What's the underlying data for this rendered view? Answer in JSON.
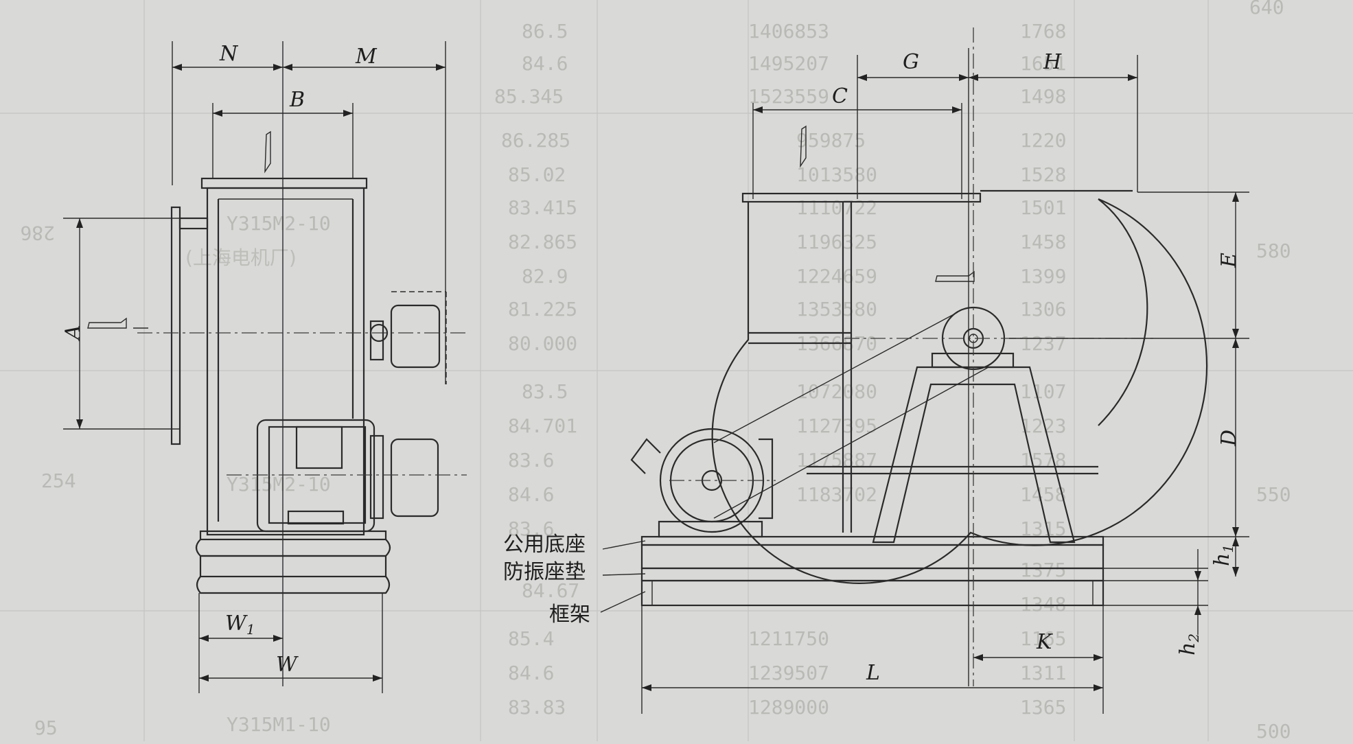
{
  "dimensions": {
    "N": "N",
    "M": "M",
    "B": "B",
    "A": "A",
    "W1_main": "W",
    "W1_sub": "1",
    "W": "W",
    "G": "G",
    "H": "H",
    "C": "C",
    "E": "E",
    "D": "D",
    "h1_main": "h",
    "h1_sub": "1",
    "h2_main": "h",
    "h2_sub": "2",
    "K": "K",
    "L": "L"
  },
  "callouts": {
    "common_base": "公用底座",
    "vibration_pad": "防振座垫",
    "frame": "框架"
  },
  "background_table": {
    "col_right_values": [
      "1768",
      "1651",
      "1498",
      "1220",
      "1528",
      "1501",
      "1458",
      "1399",
      "1306",
      "1237",
      "1107",
      "1223",
      "1578",
      "1458",
      "1315",
      "1375",
      "1348",
      "1165",
      "1311",
      "1365"
    ],
    "col_mid_values": [
      "1406853",
      "1495207",
      "1523559",
      "959875",
      "1013580",
      "1110722",
      "1196325",
      "1224659",
      "1353580",
      "1366870",
      "1072080",
      "1127395",
      "1175887",
      "1183702",
      "1211750",
      "1239507",
      "1289000"
    ],
    "col_left_values": [
      "86.5",
      "84.6",
      "85.345",
      "86.285",
      "85.02",
      "83.415",
      "82.865",
      "82.9",
      "81.225",
      "80.000",
      "83.5",
      "84.701",
      "83.6",
      "84.6",
      "83.6",
      "85.4",
      "84.6",
      "83.83",
      "84.67"
    ],
    "motor_text_1": "Y315M2-10",
    "motor_text_2": "(上海电机厂)",
    "motor_text_3": "Y315M2-10",
    "motor_text_4": "Y315M1-10",
    "side_left_1": "286",
    "side_left_2": "254",
    "side_left_3": "95",
    "side_right_1": "640",
    "side_right_2": "580",
    "side_right_3": "550",
    "side_right_4": "500"
  }
}
